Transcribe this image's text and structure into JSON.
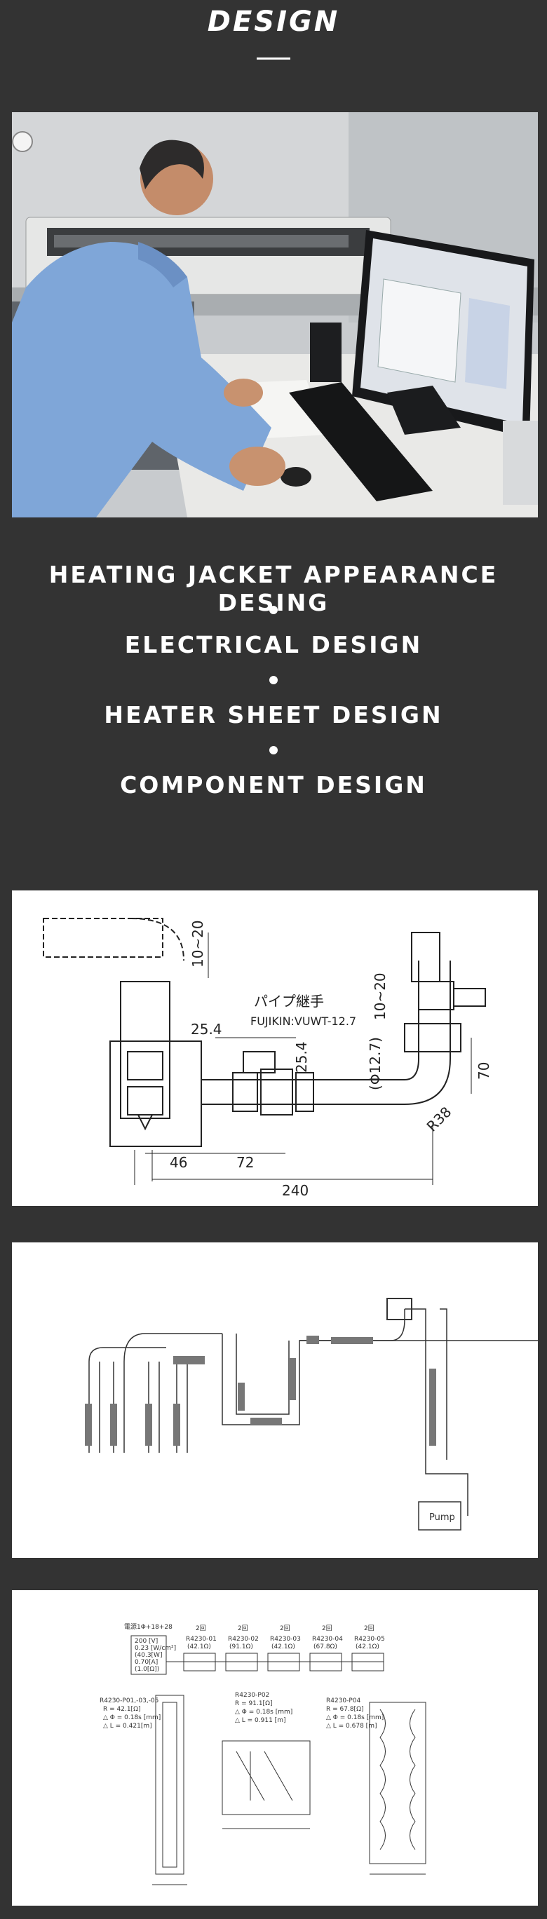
{
  "header": {
    "title": "DESIGN"
  },
  "services": [
    "HEATING JACKET APPEARANCE DESING",
    "ELECTRICAL DESIGN",
    "HEATER SHEET DESIGN",
    "COMPONENT DESIGN"
  ],
  "drawing1": {
    "dims": [
      "10~20",
      "25.4",
      "25.4",
      "(Φ12.7)",
      "10~20",
      "70",
      "46",
      "72",
      "240",
      "R38"
    ],
    "label_jp": "パイプ継手",
    "label_part": "FUJIKIN:VUWT-12.7"
  },
  "drawing2": {
    "pump_label": "Pump"
  },
  "drawing3": {
    "header_text": "電源1Φ+18+28",
    "parts": [
      "R4230-01",
      "R4230-02",
      "R4230-03",
      "R4230-04",
      "R4230-05"
    ],
    "ohms": [
      "(42.1Ω)",
      "(91.1Ω)",
      "(42.1Ω)",
      "(67.8Ω)",
      "(42.1Ω)"
    ],
    "spec": [
      "200 [V]",
      "0.23 [W/cm²]",
      "(40.3[W]",
      "0.70[A]",
      "(1.0[Ω])"
    ],
    "groups": [
      "2回",
      "2回",
      "2回",
      "2回",
      "2回"
    ],
    "sub_a": [
      "R4230-P01,-03,-05",
      "R = 42.1[Ω]",
      "△ Φ = 0.18s [mm]",
      "△ L = 0.421[m]"
    ],
    "sub_b": [
      "R4230-P02",
      "R = 91.1[Ω]",
      "△ Φ = 0.18s [mm]",
      "△ L = 0.911 [m]"
    ],
    "sub_c": [
      "R4230-P04",
      "R = 67.8[Ω]",
      "△ Φ = 0.18s [mm]",
      "△ L = 0.678 [m]"
    ]
  }
}
